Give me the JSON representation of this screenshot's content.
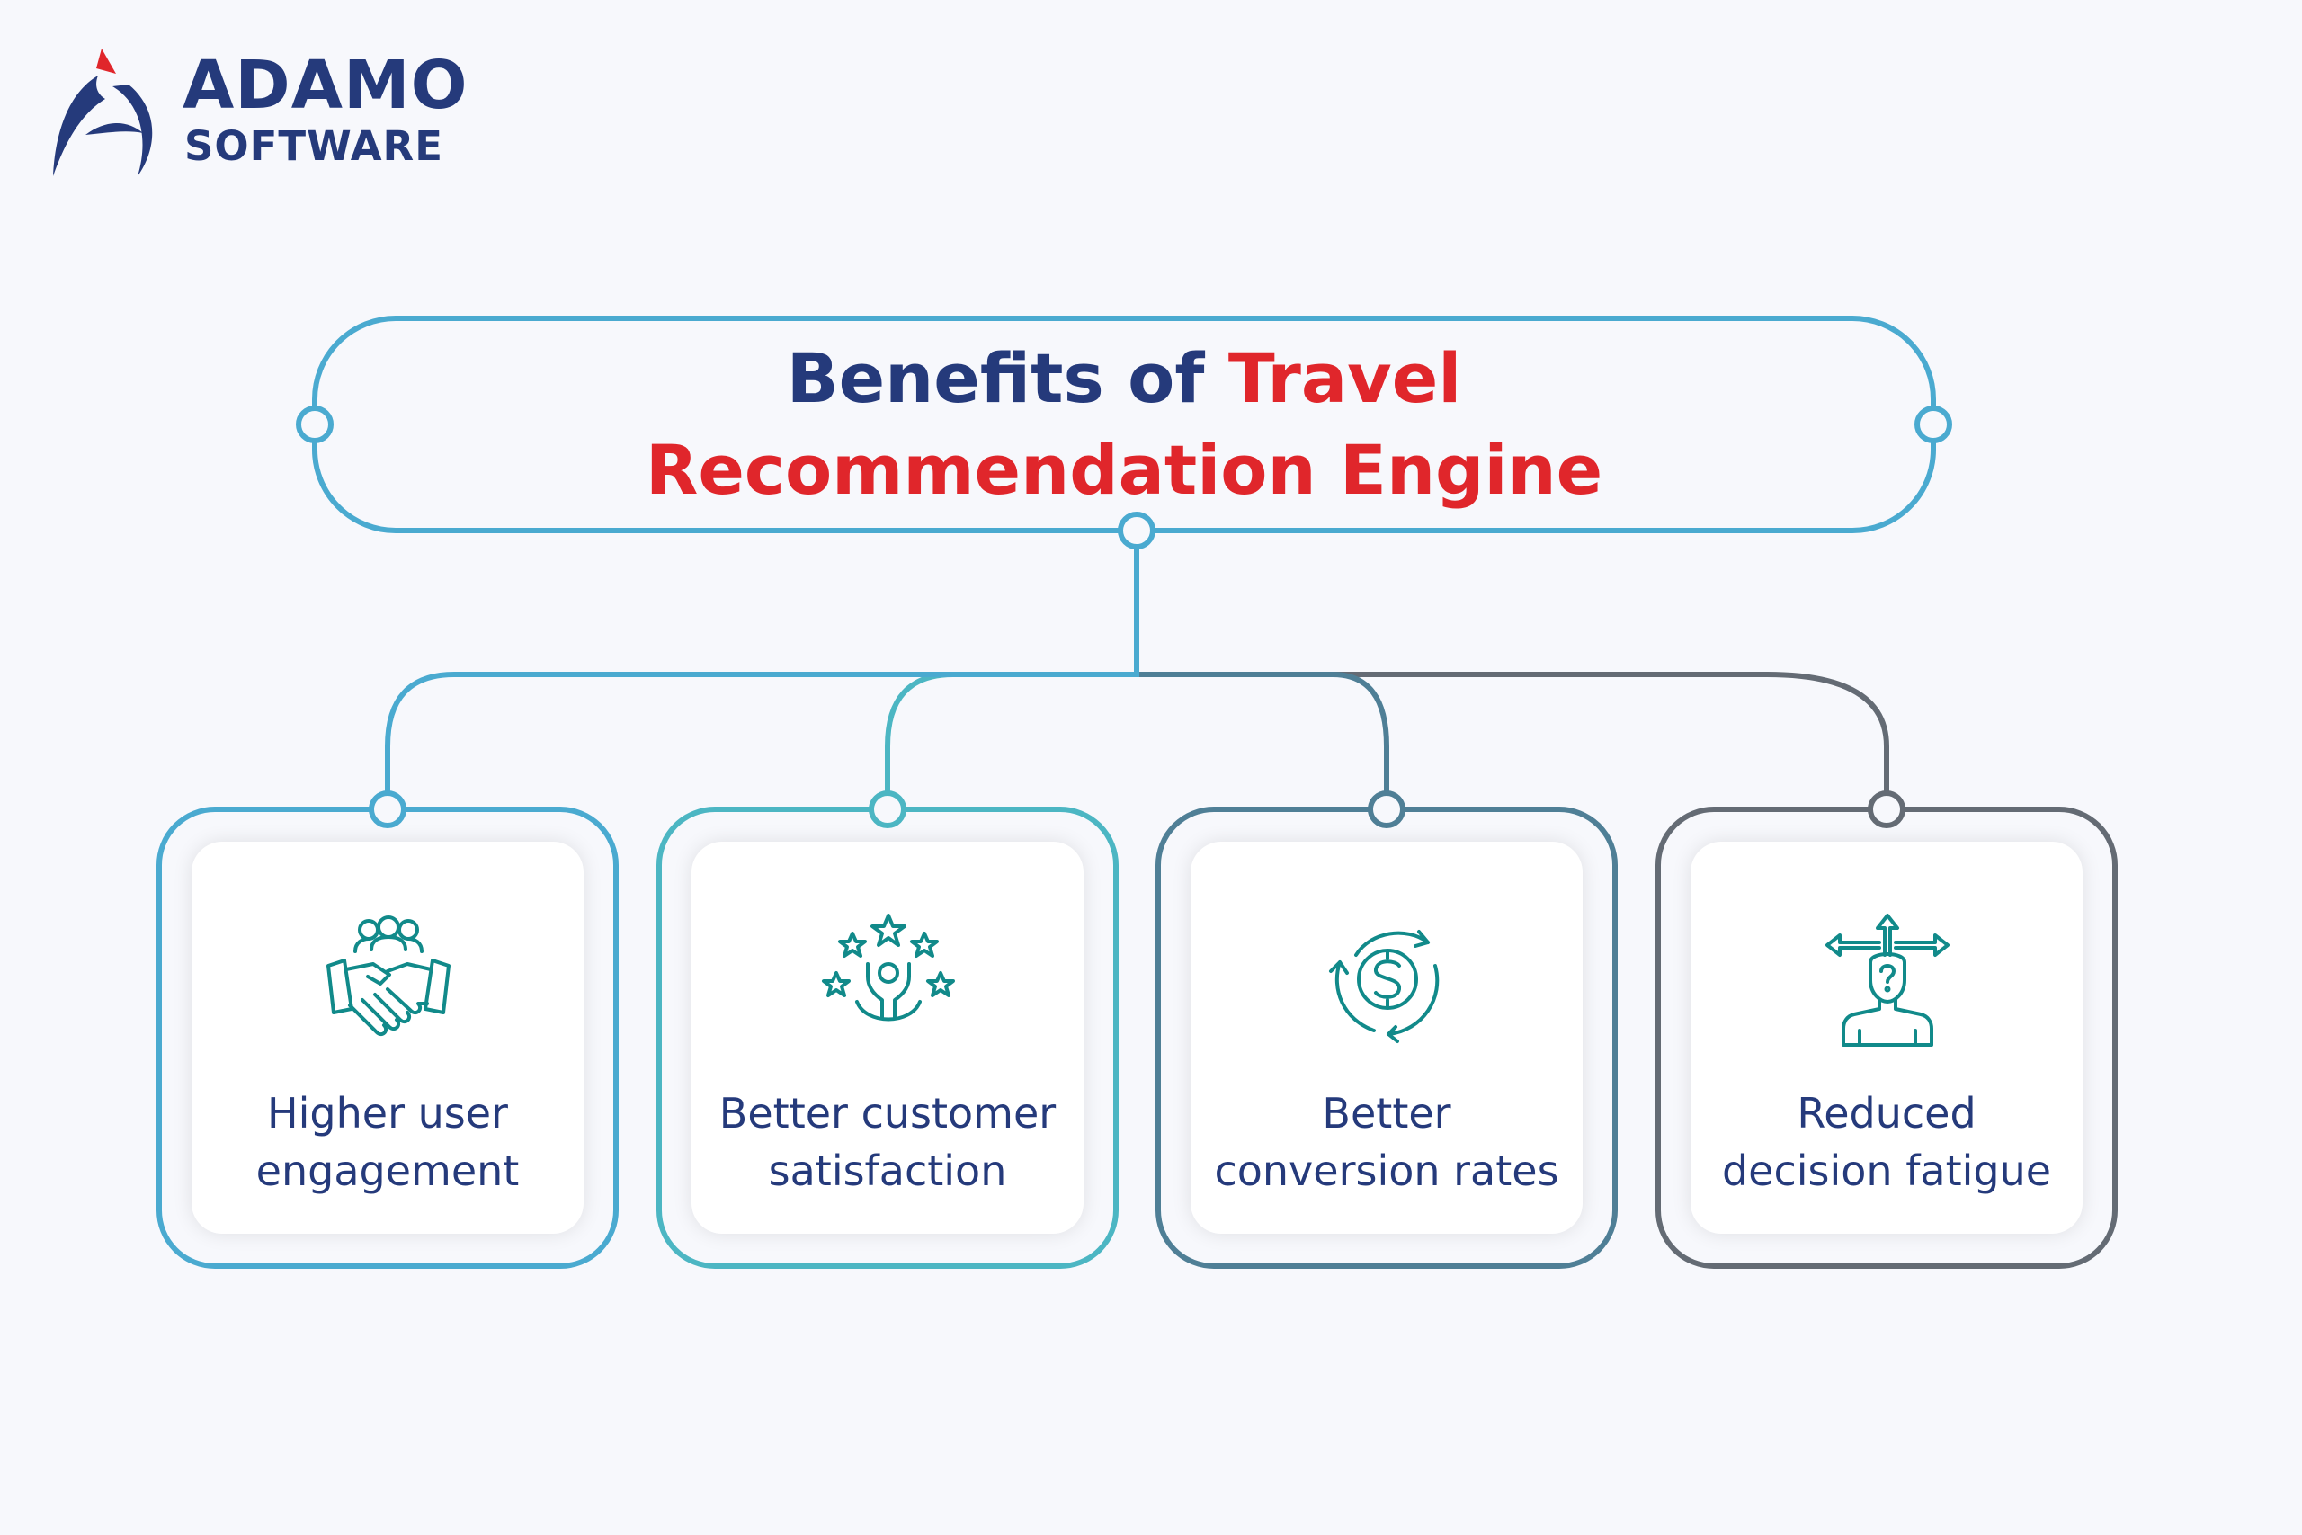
{
  "logo": {
    "word1": "ADAMO",
    "word2": "SOFTWARE"
  },
  "title": {
    "line1_part1": "Benefits of ",
    "line1_part2": "Travel",
    "line2": "Recommendation Engine"
  },
  "colors": {
    "navy": "#253a7b",
    "red": "#e0262b",
    "teal_icon": "#118a8a",
    "branch_blue": "#4aaad0",
    "branch_teal": "#4cb6c3",
    "branch_slate": "#4f7f96",
    "branch_gray": "#646b74"
  },
  "cards": [
    {
      "label1": "Higher user",
      "label2": "engagement",
      "icon": "handshake-team-icon"
    },
    {
      "label1": "Better customer",
      "label2": "satisfaction",
      "icon": "star-celebration-icon"
    },
    {
      "label1": "Better",
      "label2": "conversion rates",
      "icon": "dollar-cycle-icon"
    },
    {
      "label1": "Reduced",
      "label2": "decision fatigue",
      "icon": "person-direction-choice-icon"
    }
  ]
}
